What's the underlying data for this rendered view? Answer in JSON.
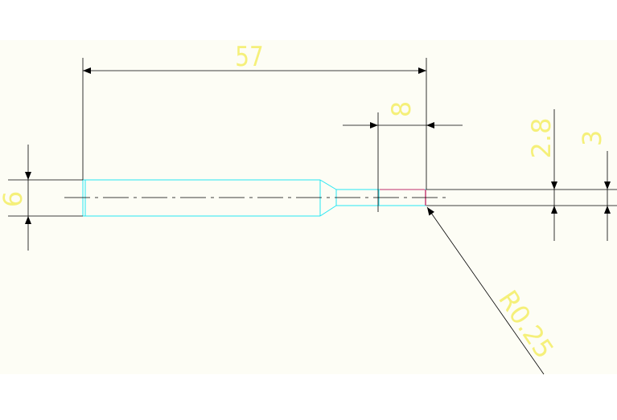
{
  "drawing": {
    "background": "#fdfdf5",
    "colors": {
      "dimension": "#000000",
      "part_outline": "#26e6f2",
      "centerline": "#000000",
      "text": "#f5f07a",
      "highlight": "#c0306a"
    },
    "dimensions": {
      "overall_length": "57",
      "short_length": "8",
      "left_diameter": "6",
      "mid_diameter": "2.8",
      "right_diameter": "3",
      "radius": "R0.25"
    }
  }
}
